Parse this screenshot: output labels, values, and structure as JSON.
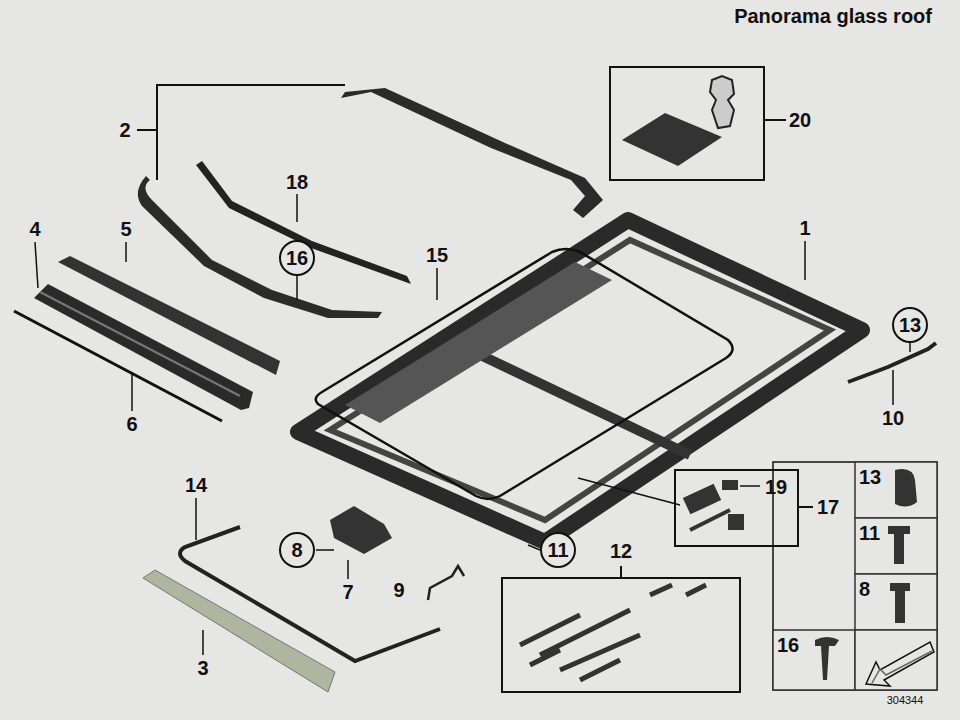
{
  "diagram": {
    "title": "Panorama glass roof",
    "nodes": [
      {
        "text": [
          "16"
        ]
      },
      {
        "text": [
          "13"
        ]
      },
      {
        "text": [
          "8"
        ]
      },
      {
        "text": [
          "11"
        ]
      },
      {
        "text": [
          "13"
        ]
      },
      {
        "text": [
          "11"
        ]
      },
      {
        "text": [
          "8"
        ]
      },
      {
        "text": [
          "16"
        ]
      }
    ],
    "labels": [
      "2",
      "20",
      "18",
      "1",
      "4",
      "5",
      "15",
      "10",
      "6",
      "14",
      "19",
      "17",
      "12",
      "7",
      "9",
      "3",
      "304344"
    ]
  }
}
